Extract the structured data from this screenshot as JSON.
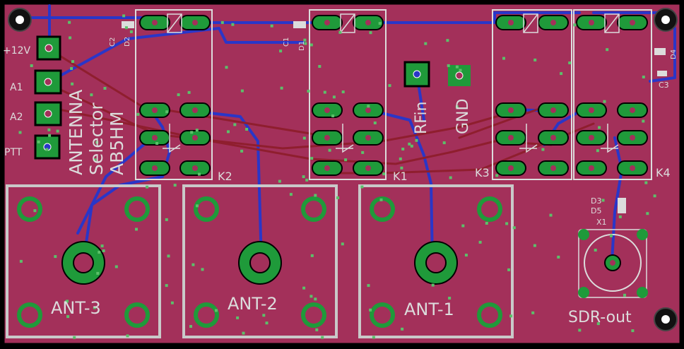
{
  "board": {
    "title_lines": [
      "ANTENNA",
      "Selector",
      "AB5HM"
    ],
    "colors": {
      "background": "#000000",
      "copper": "#a3305a",
      "pad": "#1f9a3a",
      "trace_bottom": "#2a36c8",
      "trace_top": "#8f1e2e",
      "silk": "#dcdcdc",
      "via": "#5cc06a"
    }
  },
  "connector_labels": {
    "power": "+12V",
    "a1": "A1",
    "a2": "A2",
    "ptt": "PTT",
    "rfin": "RFin",
    "gnd": "GND"
  },
  "antennas": {
    "ant3": "ANT-3",
    "ant2": "ANT-2",
    "ant1": "ANT-1",
    "sdr": "SDR-out"
  },
  "relays": {
    "k2": "K2",
    "k1": "K1",
    "k3": "K3",
    "k4": "K4"
  },
  "components": {
    "c2": "C2",
    "d2": "D2",
    "c1": "C1",
    "d1": "D1",
    "d4": "D4",
    "c3": "C3",
    "d3": "D3",
    "d5": "D5",
    "x1": "X1"
  }
}
